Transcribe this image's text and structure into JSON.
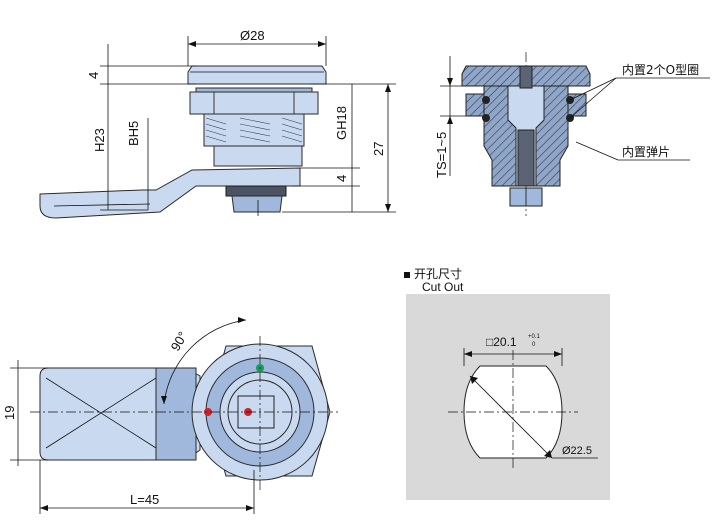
{
  "labels": {
    "diameter_top": "Ø28",
    "dim_4_top": "4",
    "h23": "H23",
    "bh5": "BH5",
    "gh18": "GH18",
    "dim_27": "27",
    "dim_4_bottom": "4",
    "ts": "TS=1~5",
    "o_rings": "内置2个O型圈",
    "spring": "内置弹片",
    "angle": "90°",
    "dim_19": "19",
    "length": "L=45",
    "cutout_cn": "开孔尺寸",
    "cutout_en": "Cut Out",
    "square": "□20.1",
    "tol_plus": "+0.1",
    "tol_zero": "0",
    "diameter_cut": "Ø22.5"
  },
  "colors": {
    "part_fill": "#c9daf0",
    "part_shade": "#9fb8dc",
    "cutout_panel": "#d9d9d9",
    "marker_red": "#d0202a",
    "marker_green": "#1a9a5a"
  }
}
